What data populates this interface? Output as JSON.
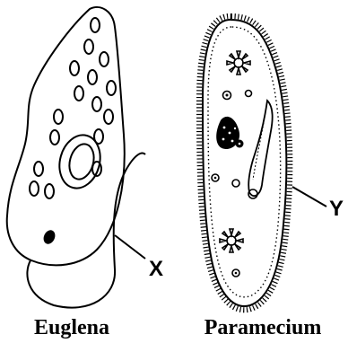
{
  "labels": {
    "euglena": "Euglena",
    "paramecium": "Paramecium",
    "x": "X",
    "y": "Y"
  },
  "colors": {
    "line": "#000000",
    "background": "#ffffff"
  }
}
